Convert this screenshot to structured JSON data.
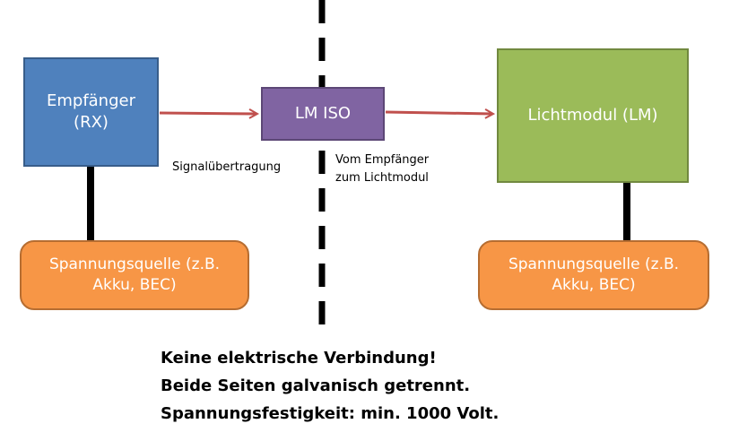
{
  "diagram": {
    "receiver": {
      "line1": "Empfänger",
      "line2": "(RX)"
    },
    "isolator": {
      "label": "LM ISO"
    },
    "light_module": {
      "label": "Lichtmodul (LM)"
    },
    "power_left": {
      "line1": "Spannungsquelle (z.B.",
      "line2": "Akku, BEC)"
    },
    "power_right": {
      "line1": "Spannungsquelle (z.B.",
      "line2": "Akku, BEC)"
    },
    "signal_label": "Signalübertragung",
    "direction_label": {
      "line1": "Vom Empfänger",
      "line2": "zum Lichtmodul"
    },
    "notice": {
      "line1": "Keine elektrische Verbindung!",
      "line2": "Beide Seiten galvanisch getrennt.",
      "line3": "Spannungsfestigkeit: min. 1000 Volt."
    },
    "colors": {
      "receiver": "#4f81bd",
      "isolator": "#8064a2",
      "light_module": "#9bbb59",
      "power_source": "#f79646",
      "arrow": "#c0504d",
      "divider": "#000000"
    }
  }
}
